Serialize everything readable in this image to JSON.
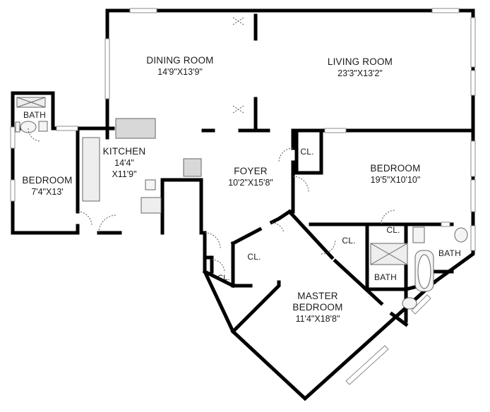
{
  "plan": {
    "rooms": [
      {
        "id": "dining",
        "name": "DINING ROOM",
        "dim": "14'9\"X13'9\""
      },
      {
        "id": "living",
        "name": "LIVING ROOM",
        "dim": "23'3\"X13'2\""
      },
      {
        "id": "kitchen",
        "name": "KITCHEN",
        "dim1": "14'4\"",
        "dim2": "X11'9\""
      },
      {
        "id": "bedroom_left",
        "name": "BEDROOM",
        "dim": "7'4\"X13'"
      },
      {
        "id": "bath_left",
        "name": "BATH"
      },
      {
        "id": "foyer",
        "name": "FOYER",
        "dim": "10'2\"X15'8\""
      },
      {
        "id": "bedroom_right",
        "name": "BEDROOM",
        "dim": "19'5\"X10'10\""
      },
      {
        "id": "master",
        "name": "MASTER",
        "name2": "BEDROOM",
        "dim": "11'4\"X18'8\""
      },
      {
        "id": "bath_master",
        "name": "BATH"
      },
      {
        "id": "bath_right",
        "name": "BATH"
      }
    ],
    "closets": [
      "CL.",
      "CL.",
      "CL.",
      "CL.",
      "CL."
    ],
    "colors": {
      "wall": "#000000",
      "window": "#d9d9d9",
      "fixture": "#cfcfcf"
    }
  }
}
